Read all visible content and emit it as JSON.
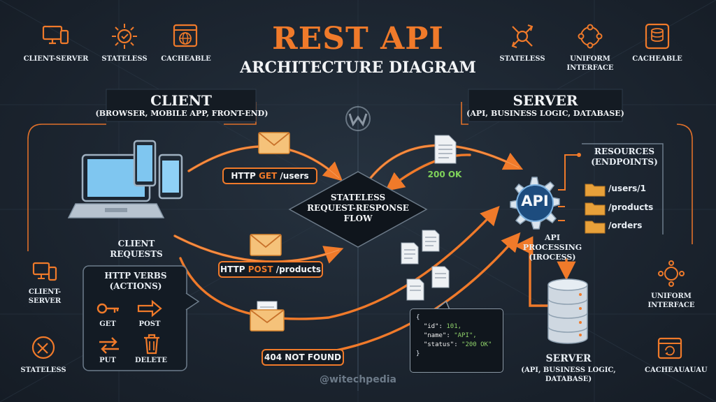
{
  "title": {
    "main": "REST API",
    "sub": "ARCHITECTURE DIAGRAM"
  },
  "top_left_icons": [
    {
      "label": "CLIENT-SERVER",
      "icon": "client-server-icon"
    },
    {
      "label": "STATELESS",
      "icon": "stateless-icon"
    },
    {
      "label": "CACHEABLE",
      "icon": "cacheable-icon"
    }
  ],
  "top_right_icons": [
    {
      "label": "STATELESS",
      "icon": "stateless-icon"
    },
    {
      "label": "UNIFORM\nINTERFACE",
      "icon": "uniform-interface-icon"
    },
    {
      "label": "CACHEABLE",
      "icon": "cacheable-icon"
    }
  ],
  "client": {
    "title": "CLIENT",
    "subtitle": "(BROWSER, MOBILE APP, FRONT-END)",
    "requests_label": "CLIENT\nREQUESTS"
  },
  "server": {
    "title": "SERVER",
    "subtitle": "(API, BUSINESS LOGIC, DATABASE)",
    "bottom_title": "SERVER",
    "bottom_subtitle": "(API, BUSINESS LOGIC,\nDATABASE)"
  },
  "flow": {
    "center_label": "STATELESS\nREQUEST-RESPONSE\nFLOW"
  },
  "requests": [
    {
      "prefix": "HTTP ",
      "method": "GET",
      "path": " /users"
    },
    {
      "prefix": "HTTP ",
      "method": "POST",
      "path": " /products"
    }
  ],
  "responses": {
    "ok": "200 OK",
    "not_found": "404 NOT FOUND"
  },
  "verbs": {
    "title": "HTTP VERBS\n(ACTIONS)",
    "items": [
      {
        "label": "GET",
        "icon": "key-icon"
      },
      {
        "label": "POST",
        "icon": "arrow-right-icon"
      },
      {
        "label": "PUT",
        "icon": "swap-arrows-icon"
      },
      {
        "label": "DELETE",
        "icon": "trash-icon"
      }
    ]
  },
  "api": {
    "badge": "API",
    "label": "API\nPROCESSING (IROCESS)"
  },
  "resources": {
    "title": "RESOURCES\n(ENDPOINTS)",
    "items": [
      "/users/1",
      "/products",
      "/orders"
    ]
  },
  "code_sample": {
    "open": "{",
    "lines": [
      {
        "key": "\"id\": ",
        "value": "101,"
      },
      {
        "key": "\"name\": ",
        "value": "\"API\","
      },
      {
        "key": "\"status\": ",
        "value": "\"200 OK\""
      }
    ],
    "close": "}"
  },
  "left_side_icons": [
    {
      "label": "CLIENT-\nSERVER",
      "icon": "client-server-icon"
    },
    {
      "label": "STATELESS",
      "icon": "stateless-icon"
    }
  ],
  "right_side_icons": [
    {
      "label": "UNIFORM\nINTERFACE",
      "icon": "uniform-interface-icon"
    },
    {
      "label": "CACHEAUAUAU",
      "icon": "cacheable-icon"
    }
  ],
  "watermark": "@witechpedia",
  "colors": {
    "accent": "#f07a2a",
    "background": "#1b2430",
    "ok_green": "#7fd35a",
    "panel": "#10161d",
    "screen_blue": "#7fc6f0"
  }
}
